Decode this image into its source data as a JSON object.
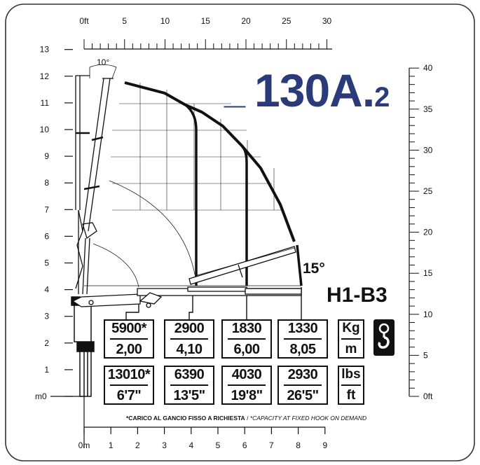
{
  "model": {
    "dash": "_",
    "base": "130A.",
    "sub": "2"
  },
  "configuration": "H1-B3",
  "boom_angle": "15°",
  "jib_angle": "10°",
  "left_axis": {
    "labels": [
      "m0",
      "1",
      "2",
      "3",
      "4",
      "5",
      "6",
      "7",
      "8",
      "9",
      "10",
      "11",
      "12",
      "13"
    ]
  },
  "right_axis": {
    "labels": [
      "0ft",
      "5",
      "10",
      "15",
      "20",
      "25",
      "30",
      "35",
      "40"
    ]
  },
  "top_axis": {
    "labels": [
      "0ft",
      "5",
      "10",
      "15",
      "20",
      "25",
      "30"
    ]
  },
  "bottom_axis": {
    "labels": [
      "0m",
      "1",
      "2",
      "3",
      "4",
      "5",
      "6",
      "7",
      "8",
      "9"
    ]
  },
  "load_table": {
    "metric": [
      {
        "load": "5900*",
        "reach": "2,00"
      },
      {
        "load": "2900",
        "reach": "4,10"
      },
      {
        "load": "1830",
        "reach": "6,00"
      },
      {
        "load": "1330",
        "reach": "8,05"
      }
    ],
    "imperial": [
      {
        "load": "13010*",
        "reach": "6'7\""
      },
      {
        "load": "6390",
        "reach": "13'5\""
      },
      {
        "load": "4030",
        "reach": "19'8\""
      },
      {
        "load": "2930",
        "reach": "26'5\""
      }
    ],
    "units_metric": {
      "top": "Kg",
      "bottom": "m"
    },
    "units_imperial": {
      "top": "lbs",
      "bottom": "ft"
    }
  },
  "footnote": {
    "bold": "*CARICO AL GANCIO FISSO A RICHIESTA",
    "sep": " / ",
    "italic": "*CAPACITY AT FIXED HOOK ON DEMAND"
  },
  "hook_icon": "crane-hook-icon"
}
